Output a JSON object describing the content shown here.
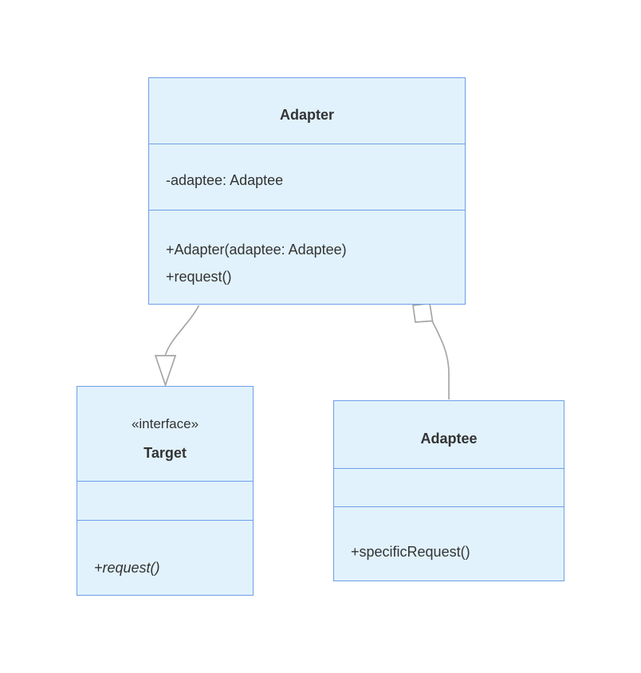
{
  "diagram": {
    "kind": "uml-class-diagram",
    "pattern": "Adapter",
    "colors": {
      "background": "#ffffff",
      "node_fill": "#e1f2fc",
      "node_border": "#6d9ee8",
      "edge": "#a6a6a6",
      "marker_fill": "#ffffff",
      "text": "#333333"
    },
    "nodes": {
      "adapter": {
        "title": "Adapter",
        "attributes": [
          "-adaptee: Adaptee"
        ],
        "methods": [
          "+Adapter(adaptee: Adaptee)",
          "+request()"
        ]
      },
      "target": {
        "stereotype": "«interface»",
        "title": "Target",
        "attributes": [],
        "methods": [
          "+request()"
        ]
      },
      "adaptee": {
        "title": "Adaptee",
        "attributes": [],
        "methods": [
          "+specificRequest()"
        ]
      }
    },
    "relationships": [
      {
        "from": "Adapter",
        "to": "Target",
        "type": "realization",
        "marker": "hollow-triangle"
      },
      {
        "from": "Adapter",
        "to": "Adaptee",
        "type": "aggregation",
        "marker": "hollow-diamond"
      }
    ]
  }
}
